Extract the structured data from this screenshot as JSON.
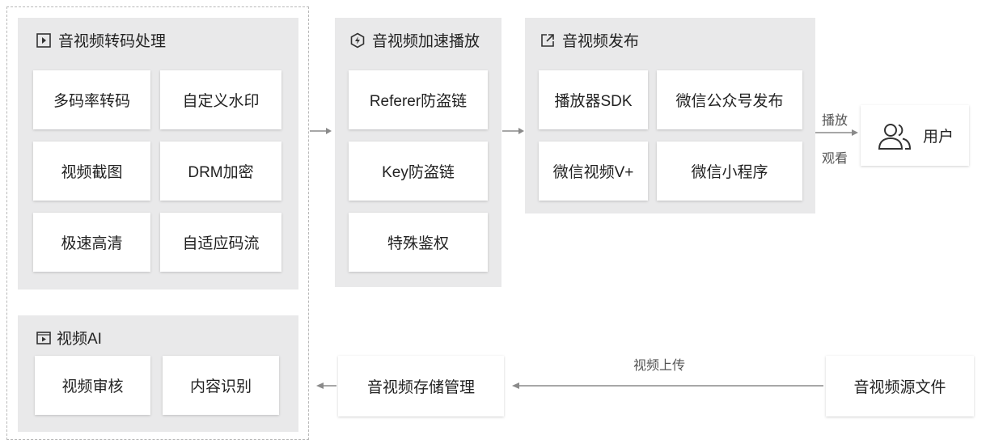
{
  "transcode": {
    "title": "音视频转码处理",
    "items": [
      "多码率转码",
      "自定义水印",
      "视频截图",
      "DRM加密",
      "极速高清",
      "自适应码流"
    ]
  },
  "accel": {
    "title": "音视频加速播放",
    "items": [
      "Referer防盗链",
      "Key防盗链",
      "特殊鉴权"
    ]
  },
  "publish": {
    "title": "音视频发布",
    "items": [
      "播放器SDK",
      "微信公众号发布",
      "微信视频V+",
      "微信小程序"
    ]
  },
  "ai": {
    "title": "视频AI",
    "items": [
      "视频审核",
      "内容识别"
    ]
  },
  "user": {
    "label": "用户"
  },
  "storage": {
    "label": "音视频存储管理"
  },
  "source": {
    "label": "音视频源文件"
  },
  "edges": {
    "play": "播放",
    "watch": "观看",
    "upload": "视频上传"
  },
  "icons": {
    "transcode": "play-square-icon",
    "accel": "speed-hexagon-icon",
    "publish": "share-external-icon",
    "ai": "video-frame-icon",
    "user": "users-icon"
  },
  "colors": {
    "panel_bg": "#e9e9ea",
    "card_bg": "#ffffff",
    "arrow": "#8a8a8a",
    "dashed_border": "#b9b9b9"
  }
}
